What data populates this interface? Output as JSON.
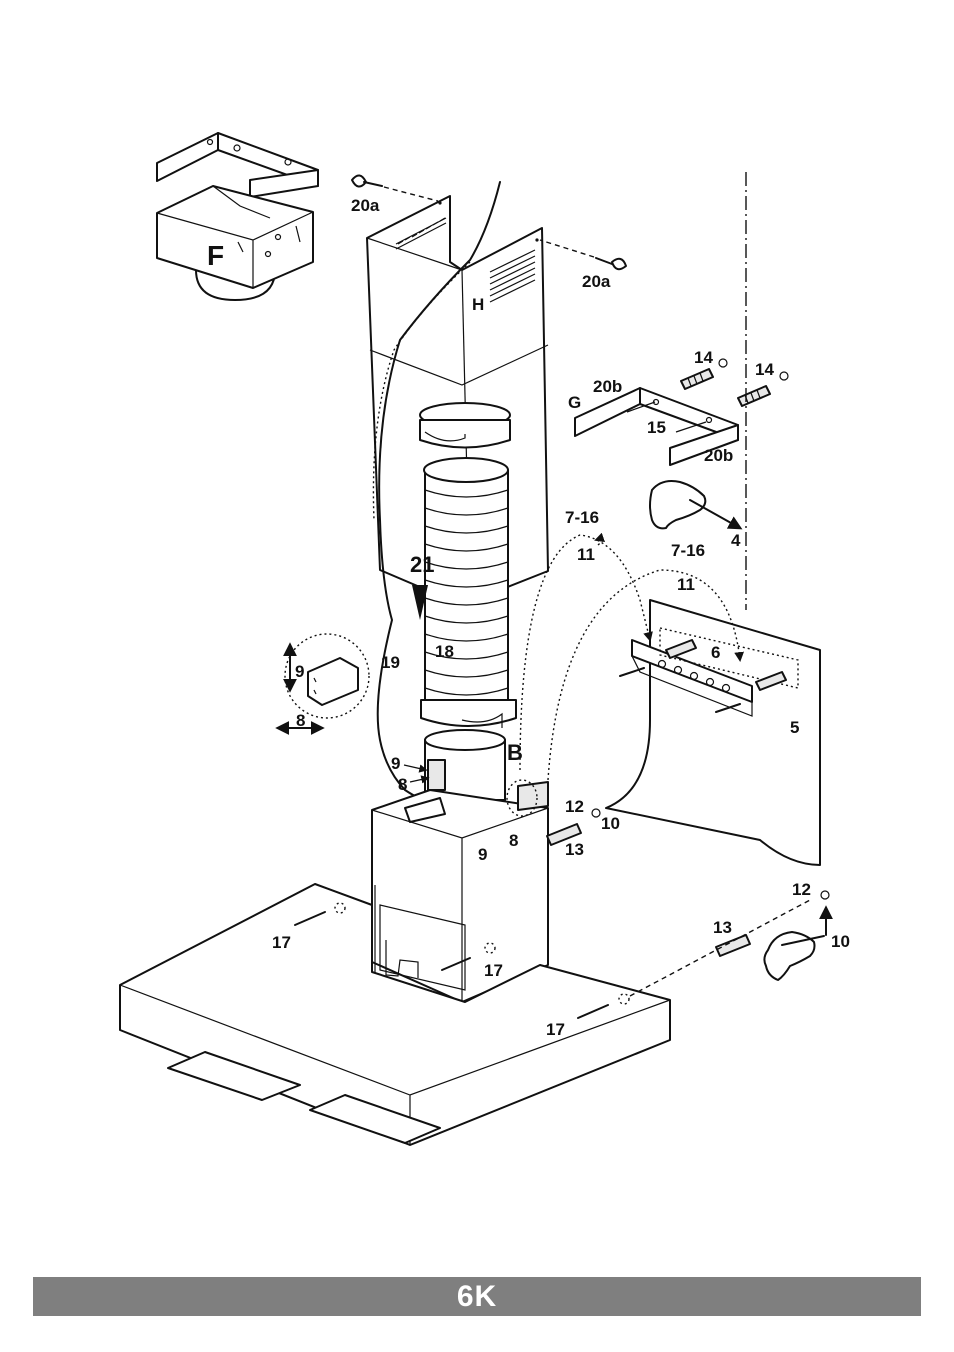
{
  "page_label": "6K",
  "labels": {
    "F": "F",
    "H": "H",
    "G": "G",
    "B": "B",
    "n20a": "20a",
    "n20b": "20b",
    "n14": "14",
    "n15": "15",
    "n4": "4",
    "n7_16": "7-16",
    "n11": "11",
    "n21": "21",
    "n18": "18",
    "n19": "19",
    "n9": "9",
    "n8": "8",
    "n6": "6",
    "n5": "5",
    "n12": "12",
    "n10": "10",
    "n13": "13",
    "n17": "17"
  }
}
